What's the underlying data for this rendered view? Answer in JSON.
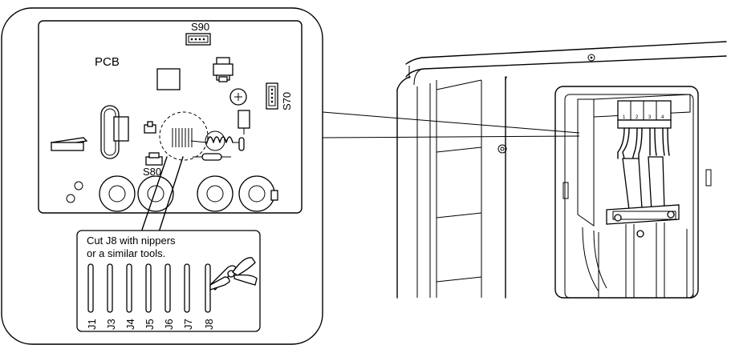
{
  "pcb": {
    "title": "PCB",
    "connectors": {
      "s90": "S90",
      "s70": "S70",
      "s80": "S80"
    }
  },
  "callout": {
    "instruction_line1": "Cut J8 with nippers",
    "instruction_line2": "or a similar tools.",
    "jumpers": [
      "J1",
      "J3",
      "J4",
      "J5",
      "J6",
      "J7",
      "J8"
    ]
  }
}
